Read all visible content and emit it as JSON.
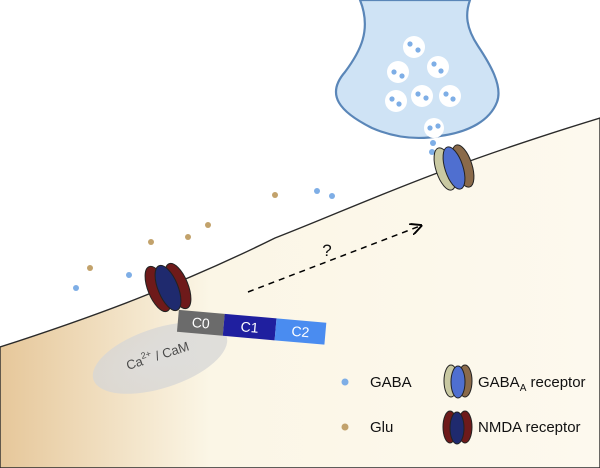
{
  "labels": {
    "unknown_path": "?",
    "camkii_c0": "C0",
    "camkii_c1": "C1",
    "camkii_c2": "C2",
    "calcium_prefix": "Ca",
    "calcium_charge": "2+",
    "calcium_suffix": " / CaM"
  },
  "legend": {
    "gaba": "GABA",
    "glu": "Glu",
    "gabaa_prefix": "GABA",
    "gabaa_subscript": "A",
    "gabaa_suffix": " receptor",
    "nmda": "NMDA receptor"
  },
  "colors": {
    "background": "#ffffff",
    "cell_light": "#fbf6e6",
    "cell_dark": "#e6c79a",
    "terminal_fill": "#cfe3f5",
    "terminal_stroke": "#5a86b8",
    "vesicle_fill": "#ffffff",
    "gaba": "#7eaee6",
    "glu": "#c2a26b",
    "c0": "#6b6b6b",
    "c1": "#1f1f9f",
    "c2": "#4a8cf0",
    "nmda_outer": "#6e1a1a",
    "nmda_inner": "#1f2a6e",
    "gabaa_left": "#c9c9a2",
    "gabaa_mid": "#4f6fd0",
    "gabaa_right": "#8a6a4a",
    "calcium_halo": "#cfcfcf"
  }
}
